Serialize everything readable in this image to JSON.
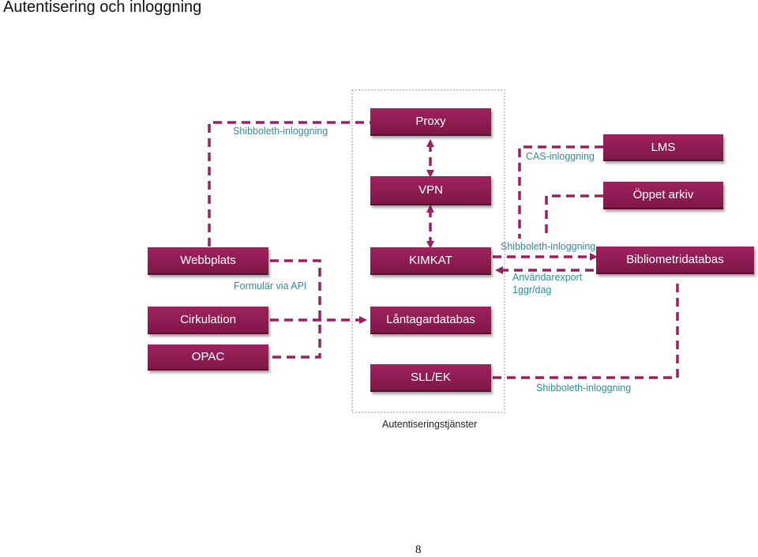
{
  "page": {
    "title": "Autentisering och inloggning",
    "page_number": "8"
  },
  "boxes": {
    "proxy": "Proxy",
    "vpn": "VPN",
    "kimkat": "KIMKAT",
    "lantagardatabas": "Låntagardatabas",
    "sll_ek": "SLL/EK",
    "lms": "LMS",
    "oppet_arkiv": "Öppet arkiv",
    "bibliometridatabas": "Bibliometridatabas",
    "webbplats": "Webbplats",
    "cirkulation": "Cirkulation",
    "opac": "OPAC"
  },
  "labels": {
    "shibboleth_top": "Shibboleth-inloggning",
    "cas": "CAS-inloggning",
    "shibboleth_mid": "Shibboleth-inloggning",
    "anvandarexport_line1": "Användarexport",
    "anvandarexport_line2": "1ggr/dag",
    "formular": "Formulär via API",
    "shibboleth_bottom": "Shibboleth-inloggning",
    "group_caption": "Autentiseringstjänster"
  },
  "colors": {
    "box": "#8f1c52",
    "line": "#9a2160",
    "label_text": "#2e8f96",
    "group_border": "#9a9a9a"
  }
}
